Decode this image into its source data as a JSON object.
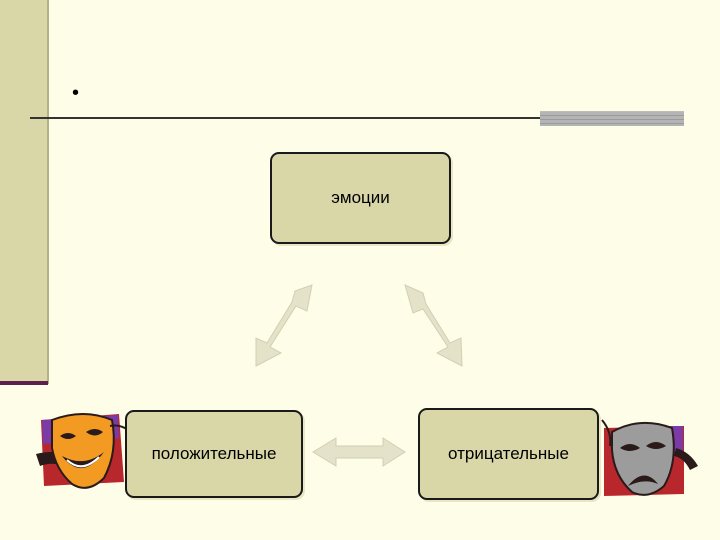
{
  "title": "•",
  "nodes": {
    "top": "эмоции",
    "left": "положительные",
    "right": "отрицательные"
  },
  "icons": {
    "left": "comedy-mask-icon",
    "right": "tragedy-mask-icon"
  },
  "colors": {
    "box_fill": "#d9d6a8",
    "arrow_fill": "#e4e2c8",
    "side_bar": "#d9d6a8",
    "accent": "#5c1f4f"
  }
}
